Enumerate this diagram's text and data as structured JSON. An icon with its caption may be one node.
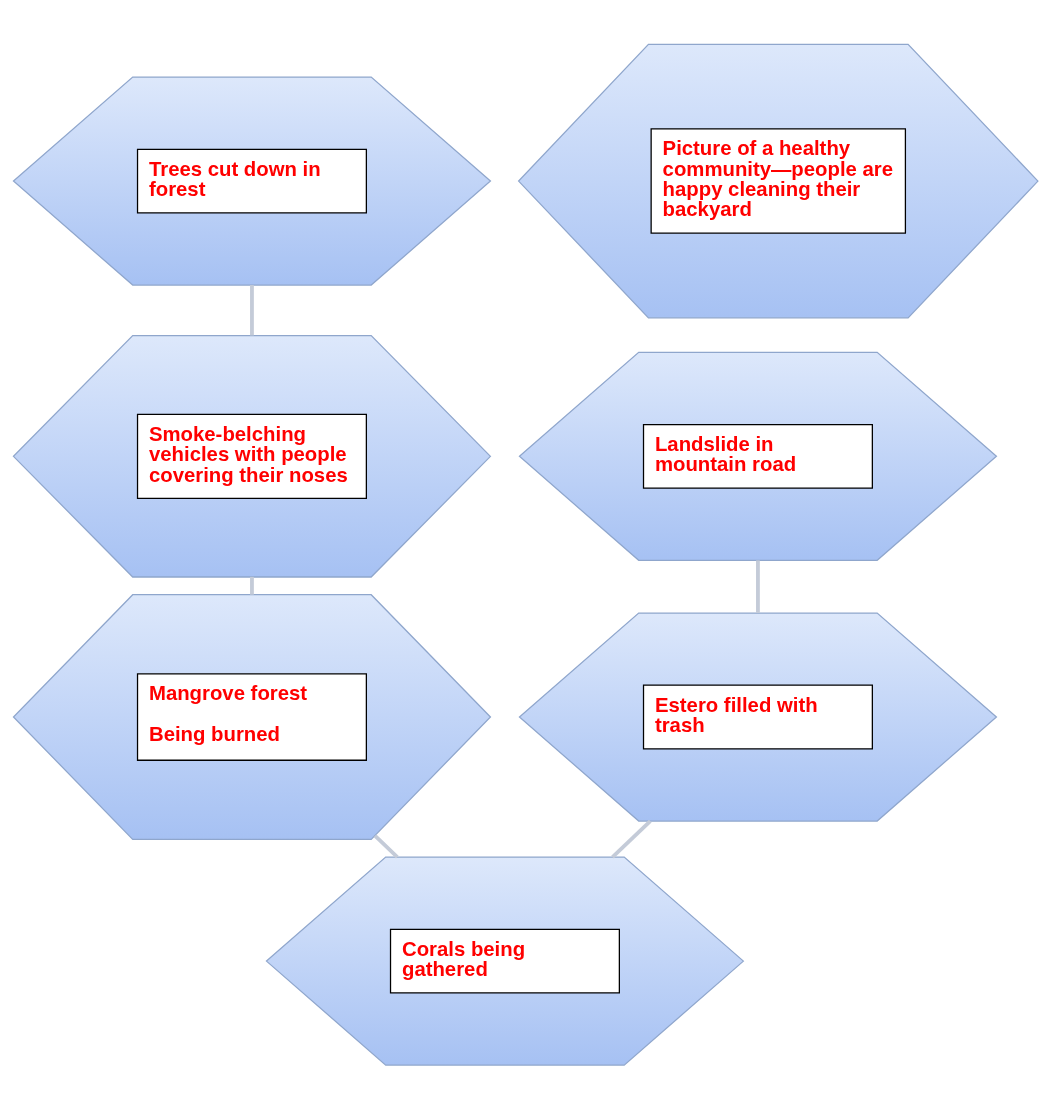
{
  "diagram": {
    "nodes": [
      {
        "text": [
          "Trees cut down in forest"
        ]
      },
      {
        "text": [
          "Landslide in mountain road"
        ]
      },
      {
        "text": [
          "Smoke-belching vehicles with people covering their noses"
        ]
      },
      {
        "text": [
          "Picture of a healthy community—people are happy cleaning their backyard"
        ]
      },
      {
        "text": [
          "Estero filled with trash"
        ]
      },
      {
        "text": [
          "Mangrove forest",
          "Being burned"
        ]
      },
      {
        "text": [
          "Corals being gathered"
        ]
      }
    ],
    "edges": [
      {
        "from": 0,
        "to": 2,
        "arrow": "none"
      },
      {
        "from": 2,
        "to": 5,
        "arrow": "none"
      },
      {
        "from": 5,
        "to": 6,
        "arrow": "none"
      },
      {
        "from": 6,
        "to": 4,
        "arrow": "none"
      },
      {
        "from": 4,
        "to": 1,
        "arrow": "none"
      }
    ]
  }
}
